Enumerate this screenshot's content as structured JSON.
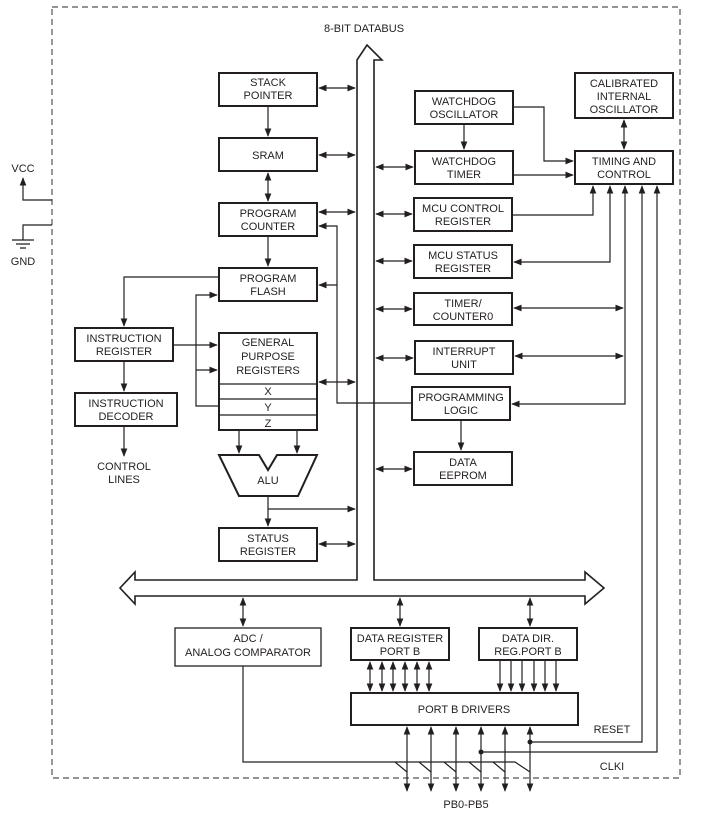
{
  "title": "8-BIT DATABUS",
  "external": {
    "vcc": "VCC",
    "gnd": "GND",
    "control_lines": [
      "CONTROL",
      "LINES"
    ],
    "reset": "RESET",
    "clki": "CLKI",
    "pins": "PB0-PB5"
  },
  "blocks": {
    "stack_pointer": [
      "STACK",
      "POINTER"
    ],
    "sram": [
      "SRAM"
    ],
    "program_counter": [
      "PROGRAM",
      "COUNTER"
    ],
    "program_flash": [
      "PROGRAM",
      "FLASH"
    ],
    "instruction_register": [
      "INSTRUCTION",
      "REGISTER"
    ],
    "instruction_decoder": [
      "INSTRUCTION",
      "DECODER"
    ],
    "general_purpose_registers": [
      "GENERAL",
      "PURPOSE",
      "REGISTERS"
    ],
    "gpr_rows": [
      "X",
      "Y",
      "Z"
    ],
    "alu": [
      "ALU"
    ],
    "status_register": [
      "STATUS",
      "REGISTER"
    ],
    "watchdog_oscillator": [
      "WATCHDOG",
      "OSCILLATOR"
    ],
    "watchdog_timer": [
      "WATCHDOG",
      "TIMER"
    ],
    "calibrated_oscillator": [
      "CALIBRATED",
      "INTERNAL",
      "OSCILLATOR"
    ],
    "timing_control": [
      "TIMING AND",
      "CONTROL"
    ],
    "mcu_control": [
      "MCU CONTROL",
      "REGISTER"
    ],
    "mcu_status": [
      "MCU STATUS",
      "REGISTER"
    ],
    "timer_counter": [
      "TIMER/",
      "COUNTER0"
    ],
    "interrupt_unit": [
      "INTERRUPT",
      "UNIT"
    ],
    "programming_logic": [
      "PROGRAMMING",
      "LOGIC"
    ],
    "data_eeprom": [
      "DATA",
      "EEPROM"
    ],
    "adc": [
      "ADC /",
      "ANALOG COMPARATOR"
    ],
    "data_register_port_b": [
      "DATA REGISTER",
      "PORT B"
    ],
    "data_dir_port_b": [
      "DATA DIR.",
      "REG.PORT B"
    ],
    "port_b_drivers": [
      "PORT B DRIVERS"
    ]
  }
}
